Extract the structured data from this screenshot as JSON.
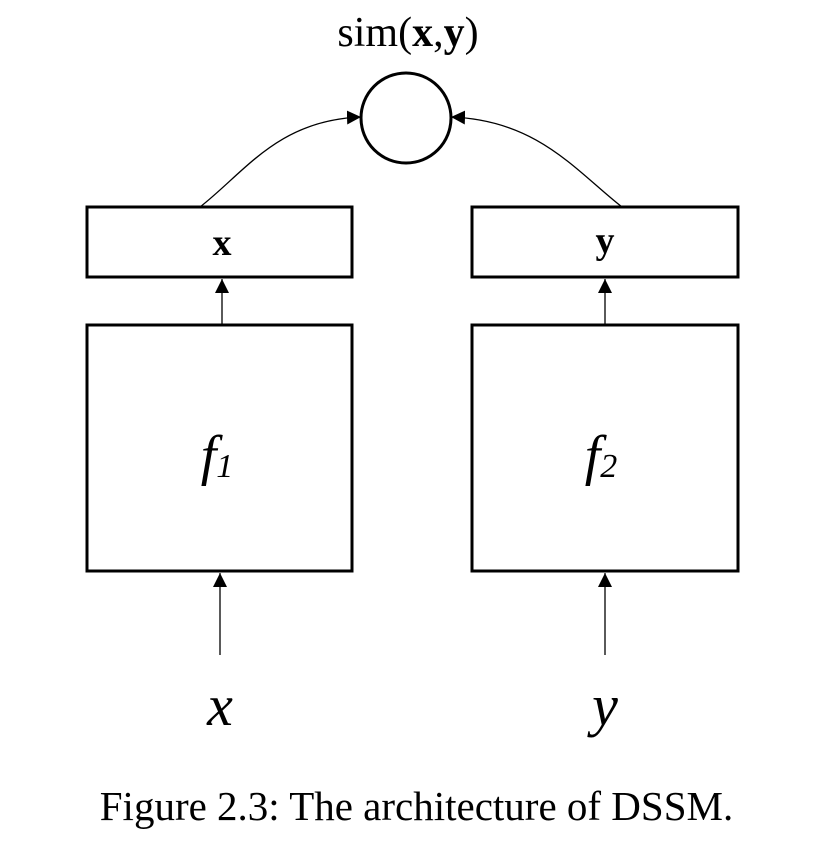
{
  "similarity": {
    "prefix": "sim(",
    "arg1": "x",
    "separator": ",",
    "arg2": "y",
    "suffix": ")"
  },
  "left_branch": {
    "vector_label": "x",
    "function_letter": "f",
    "function_subscript": "1",
    "input_label": "x"
  },
  "right_branch": {
    "vector_label": "y",
    "function_letter": "f",
    "function_subscript": "2",
    "input_label": "y"
  },
  "caption": "Figure 2.3: The architecture of DSSM."
}
